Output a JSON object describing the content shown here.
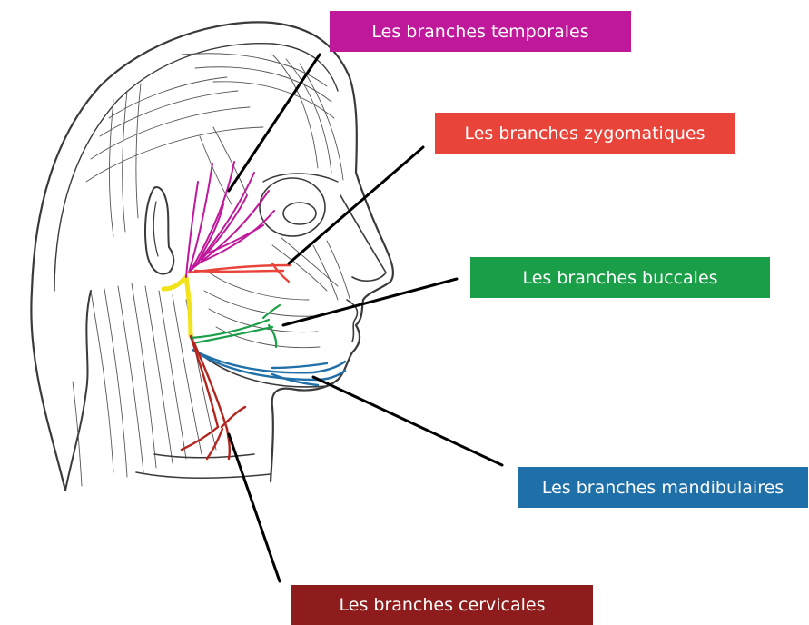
{
  "labels": {
    "temporal": {
      "text": "Les branches temporales",
      "color": "#c0189b"
    },
    "zygomatic": {
      "text": "Les branches zygomatiques",
      "color": "#e8443a"
    },
    "buccal": {
      "text": "Les branches buccales",
      "color": "#1a9e47"
    },
    "mandibular": {
      "text": "Les branches mandibulaires",
      "color": "#1f6fa8"
    },
    "cervical": {
      "text": "Les branches cervicales",
      "color": "#8e1c1c"
    }
  },
  "colors": {
    "nerve_trunk": "#f2e21a",
    "temporal_branch": "#c0189b",
    "zygomatic_branch": "#e8443a",
    "buccal_branch": "#1a9e47",
    "mandibular_branch": "#1f6fa8",
    "cervical_branch": "#b3261e",
    "leader_line": "#000000",
    "illustration_ink": "#3a3a3a"
  }
}
